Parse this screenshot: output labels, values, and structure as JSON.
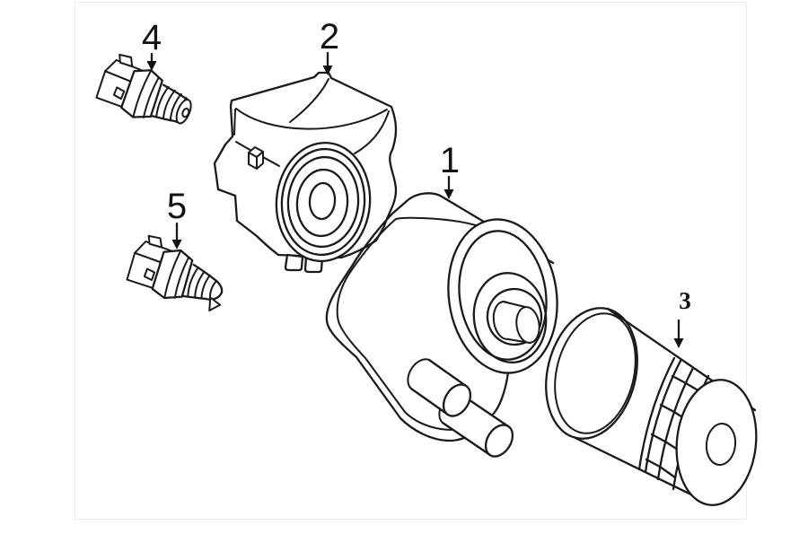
{
  "colors": {
    "background": "#ffffff",
    "line": "#1a1a1a",
    "frame_border": "#ededed",
    "highlight": "#f0e11e",
    "label_text": "#111111"
  },
  "callouts": [
    {
      "label": "1",
      "highlighted": false
    },
    {
      "label": "2",
      "highlighted": false
    },
    {
      "label": "3",
      "highlighted": true
    },
    {
      "label": "4",
      "highlighted": false
    },
    {
      "label": "5",
      "highlighted": false
    }
  ]
}
